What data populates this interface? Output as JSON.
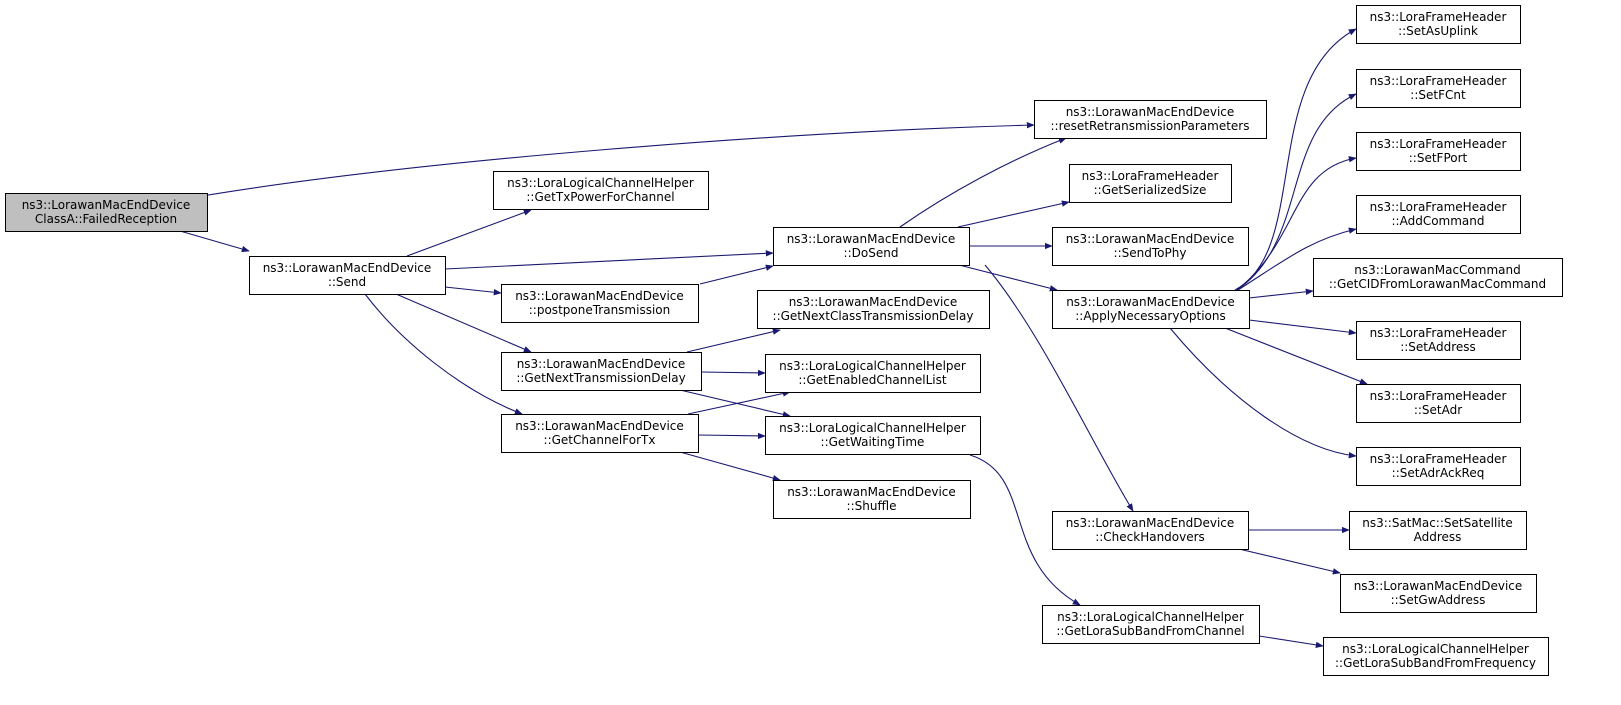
{
  "graph": {
    "title": "Call graph",
    "colors": {
      "edge": "#191970",
      "node_fill": "#ffffff",
      "root_fill": "#bfbfbf",
      "border": "#000000"
    },
    "nodes": {
      "failed": {
        "lines": [
          "ns3::LorawanMacEndDevice",
          "ClassA::FailedReception"
        ],
        "root": true
      },
      "send": {
        "lines": [
          "ns3::LorawanMacEndDevice",
          "::Send"
        ]
      },
      "gettxpower": {
        "lines": [
          "ns3::LoraLogicalChannelHelper",
          "::GetTxPowerForChannel"
        ]
      },
      "postpone": {
        "lines": [
          "ns3::LorawanMacEndDevice",
          "::postponeTransmission"
        ]
      },
      "getnexttx": {
        "lines": [
          "ns3::LorawanMacEndDevice",
          "::GetNextTransmissionDelay"
        ]
      },
      "getchannelfortx": {
        "lines": [
          "ns3::LorawanMacEndDevice",
          "::GetChannelForTx"
        ]
      },
      "dosend": {
        "lines": [
          "ns3::LorawanMacEndDevice",
          "::DoSend"
        ]
      },
      "getnextclass": {
        "lines": [
          "ns3::LorawanMacEndDevice",
          "::GetNextClassTransmissionDelay"
        ]
      },
      "getenabled": {
        "lines": [
          "ns3::LoraLogicalChannelHelper",
          "::GetEnabledChannelList"
        ]
      },
      "getwaiting": {
        "lines": [
          "ns3::LoraLogicalChannelHelper",
          "::GetWaitingTime"
        ]
      },
      "shuffle": {
        "lines": [
          "ns3::LorawanMacEndDevice",
          "::Shuffle"
        ]
      },
      "resetretx": {
        "lines": [
          "ns3::LorawanMacEndDevice",
          "::resetRetransmissionParameters"
        ]
      },
      "getserial": {
        "lines": [
          "ns3::LoraFrameHeader",
          "::GetSerializedSize"
        ]
      },
      "sendtophy": {
        "lines": [
          "ns3::LorawanMacEndDevice",
          "::SendToPhy"
        ]
      },
      "applyopts": {
        "lines": [
          "ns3::LorawanMacEndDevice",
          "::ApplyNecessaryOptions"
        ]
      },
      "checkhand": {
        "lines": [
          "ns3::LorawanMacEndDevice",
          "::CheckHandovers"
        ]
      },
      "getlorasub": {
        "lines": [
          "ns3::LoraLogicalChannelHelper",
          "::GetLoraSubBandFromChannel"
        ]
      },
      "setasuplink": {
        "lines": [
          "ns3::LoraFrameHeader",
          "::SetAsUplink"
        ]
      },
      "setfcnt": {
        "lines": [
          "ns3::LoraFrameHeader",
          "::SetFCnt"
        ]
      },
      "setfport": {
        "lines": [
          "ns3::LoraFrameHeader",
          "::SetFPort"
        ]
      },
      "addcmd": {
        "lines": [
          "ns3::LoraFrameHeader",
          "::AddCommand"
        ]
      },
      "getcid": {
        "lines": [
          "ns3::LorawanMacCommand",
          "::GetCIDFromLorawanMacCommand"
        ]
      },
      "setaddress": {
        "lines": [
          "ns3::LoraFrameHeader",
          "::SetAddress"
        ]
      },
      "setadr": {
        "lines": [
          "ns3::LoraFrameHeader",
          "::SetAdr"
        ]
      },
      "setadrack": {
        "lines": [
          "ns3::LoraFrameHeader",
          "::SetAdrAckReq"
        ]
      },
      "setsat": {
        "lines": [
          "ns3::SatMac::SetSatellite",
          "Address"
        ]
      },
      "setgw": {
        "lines": [
          "ns3::LorawanMacEndDevice",
          "::SetGwAddress"
        ]
      },
      "getlorafreq": {
        "lines": [
          "ns3::LoraLogicalChannelHelper",
          "::GetLoraSubBandFromFrequency"
        ]
      }
    },
    "edges": [
      {
        "from": "failed",
        "to": "resetretx"
      },
      {
        "from": "failed",
        "to": "send"
      },
      {
        "from": "send",
        "to": "gettxpower"
      },
      {
        "from": "send",
        "to": "dosend"
      },
      {
        "from": "send",
        "to": "postpone"
      },
      {
        "from": "send",
        "to": "getnexttx"
      },
      {
        "from": "send",
        "to": "getchannelfortx"
      },
      {
        "from": "postpone",
        "to": "dosend"
      },
      {
        "from": "getnexttx",
        "to": "getnextclass"
      },
      {
        "from": "getnexttx",
        "to": "getenabled"
      },
      {
        "from": "getnexttx",
        "to": "getwaiting"
      },
      {
        "from": "getchannelfortx",
        "to": "getenabled"
      },
      {
        "from": "getchannelfortx",
        "to": "getwaiting"
      },
      {
        "from": "getchannelfortx",
        "to": "shuffle"
      },
      {
        "from": "getwaiting",
        "to": "getlorasub"
      },
      {
        "from": "dosend",
        "to": "resetretx"
      },
      {
        "from": "dosend",
        "to": "getserial"
      },
      {
        "from": "dosend",
        "to": "sendtophy"
      },
      {
        "from": "dosend",
        "to": "applyopts"
      },
      {
        "from": "dosend",
        "to": "checkhand"
      },
      {
        "from": "applyopts",
        "to": "setasuplink"
      },
      {
        "from": "applyopts",
        "to": "setfcnt"
      },
      {
        "from": "applyopts",
        "to": "setfport"
      },
      {
        "from": "applyopts",
        "to": "addcmd"
      },
      {
        "from": "applyopts",
        "to": "getcid"
      },
      {
        "from": "applyopts",
        "to": "setaddress"
      },
      {
        "from": "applyopts",
        "to": "setadr"
      },
      {
        "from": "applyopts",
        "to": "setadrack"
      },
      {
        "from": "checkhand",
        "to": "setsat"
      },
      {
        "from": "checkhand",
        "to": "setgw"
      },
      {
        "from": "getlorasub",
        "to": "getlorafreq"
      }
    ]
  }
}
